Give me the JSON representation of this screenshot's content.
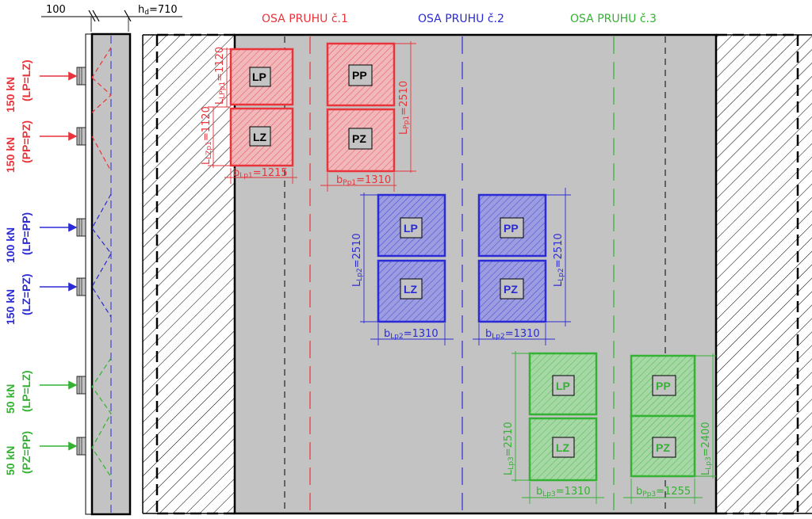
{
  "top_dims": {
    "left": "100",
    "right": "h",
    "right_sub": "d",
    "right_val": "=710"
  },
  "lanes": [
    {
      "label": "OSA PRUHU č.1",
      "color": "#e8343a"
    },
    {
      "label": "OSA PRUHU č.2",
      "color": "#2b2bd6"
    },
    {
      "label": "OSA PRUHU č.3",
      "color": "#33b233"
    }
  ],
  "left_loads": [
    {
      "kn": "150 kN",
      "rel": "(LP=LZ)",
      "color": "#e8343a"
    },
    {
      "kn": "150 kN",
      "rel": "(PP=PZ)",
      "color": "#e8343a"
    },
    {
      "kn": "100 kN",
      "rel": "(LP=PP)",
      "color": "#2b2bd6"
    },
    {
      "kn": "150 kN",
      "rel": "(LZ=PZ)",
      "color": "#2b2bd6"
    },
    {
      "kn": "50 kN",
      "rel": "(LP=LZ)",
      "color": "#33b233"
    },
    {
      "kn": "50 kN",
      "rel": "(PZ=PP)",
      "color": "#33b233"
    }
  ],
  "wheels": {
    "lp": "LP",
    "lz": "LZ",
    "pp": "PP",
    "pz": "PZ"
  },
  "dims": {
    "lz1": {
      "a": "L",
      "s": "LZp1",
      "b": "=1120"
    },
    "lp1": {
      "a": "L",
      "s": "LPp1",
      "b": "=1120"
    },
    "bl1": {
      "a": "b",
      "s": "Lp1",
      "b": "=1215"
    },
    "pp1": {
      "a": "L",
      "s": "Pp1",
      "b": "=2510"
    },
    "bp1": {
      "a": "b",
      "s": "Pp1",
      "b": "=1310"
    },
    "ll2": {
      "a": "L",
      "s": "Lp2",
      "b": "=2510"
    },
    "bl2a": {
      "a": "b",
      "s": "Lp2",
      "b": "=1310"
    },
    "lp2b": {
      "a": "L",
      "s": "Lp2",
      "b": "=2510"
    },
    "bl2b": {
      "a": "b",
      "s": "Lp2",
      "b": "=1310"
    },
    "ll3": {
      "a": "L",
      "s": "Lp3",
      "b": "=2510"
    },
    "bl3": {
      "a": "b",
      "s": "Lp3",
      "b": "=1310"
    },
    "lp3": {
      "a": "L",
      "s": "Lp3",
      "b": "=2400"
    },
    "bp3": {
      "a": "b",
      "s": "Pp3",
      "b": "=1255"
    }
  },
  "colors": {
    "red": "#e8343a",
    "blue": "#2b2bd6",
    "green": "#33b233",
    "road": "#c3c3c3",
    "black": "#000000"
  }
}
